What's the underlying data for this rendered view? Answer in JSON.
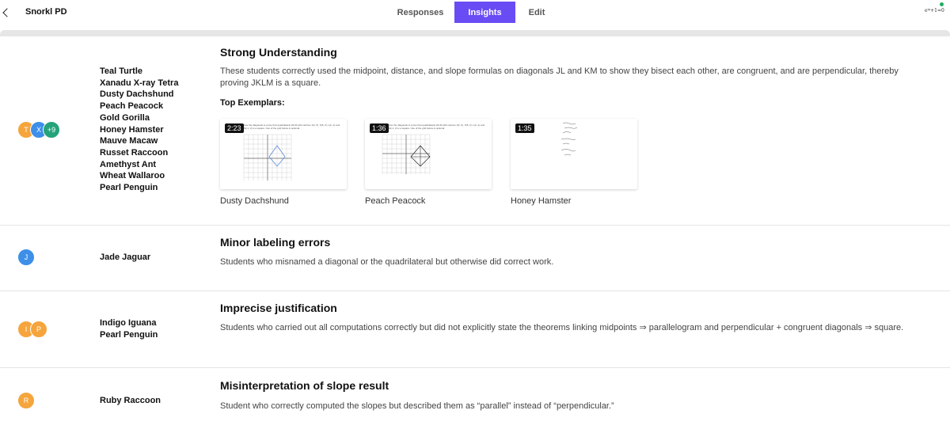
{
  "header": {
    "app_title": "Snorkl PD",
    "tabs": [
      {
        "label": "Responses"
      },
      {
        "label": "Insights"
      },
      {
        "label": "Edit"
      }
    ],
    "logo_text": "eⁱᵖ+1=0"
  },
  "groups": [
    {
      "title": "Strong Understanding",
      "description": "These students correctly used the midpoint, distance, and slope formulas on diagonals JL and KM to show they bisect each other, are congruent, and are perpendicular, thereby proving JKLM is a square.",
      "avatars": [
        {
          "letter": "T",
          "color": "#f5a53c"
        },
        {
          "letter": "X",
          "color": "#3d8fe8"
        },
        {
          "letter": "+9",
          "color": "#25a37a"
        }
      ],
      "students": [
        "Teal Turtle",
        "Xanadu X-ray Tetra",
        "Dusty Dachshund",
        "Peach Peacock",
        "Gold Gorilla",
        "Honey Hamster",
        "Mauve Macaw",
        "Russet Raccoon",
        "Amethyst Ant",
        "Wheat Wallaroo",
        "Pearl Penguin"
      ],
      "exemplars_label": "Top Exemplars:",
      "exemplars": [
        {
          "time": "2:23",
          "name": "Dusty Dachshund",
          "caption": "Use the diagonals to prove that quadrilateral JKLM with vertices J(2, 5), K(5, 2), L(2,-1) and M(-1, 2) is a square. Use of the grid below is optional."
        },
        {
          "time": "1:36",
          "name": "Peach Peacock",
          "caption": "Use the diagonals to prove that quadrilateral JKLM with vertices J(2, 5), K(5, 2), L(2,-1) and M(-1, 2) is a square. Use of the grid below is optional."
        },
        {
          "time": "1:35",
          "name": "Honey Hamster",
          "caption": ""
        }
      ]
    },
    {
      "title": "Minor labeling errors",
      "description": "Students who misnamed a diagonal or the quadrilateral but otherwise did correct work.",
      "avatars": [
        {
          "letter": "J",
          "color": "#3d8fe8"
        }
      ],
      "students": [
        "Jade Jaguar"
      ]
    },
    {
      "title": "Imprecise justification",
      "description": "Students who carried out all computations correctly but did not explicitly state the theorems linking midpoints ⇒ parallelogram and perpendicular + congruent diagonals ⇒ square.",
      "avatars": [
        {
          "letter": "I",
          "color": "#f5a53c"
        },
        {
          "letter": "P",
          "color": "#f5a53c"
        }
      ],
      "students": [
        "Indigo Iguana",
        "Pearl Penguin"
      ]
    },
    {
      "title": "Misinterpretation of slope result",
      "description": "Student who correctly computed the slopes but described them as “parallel” instead of “perpendicular.”",
      "avatars": [
        {
          "letter": "R",
          "color": "#f5a53c"
        }
      ],
      "students": [
        "Ruby Raccoon"
      ]
    }
  ]
}
